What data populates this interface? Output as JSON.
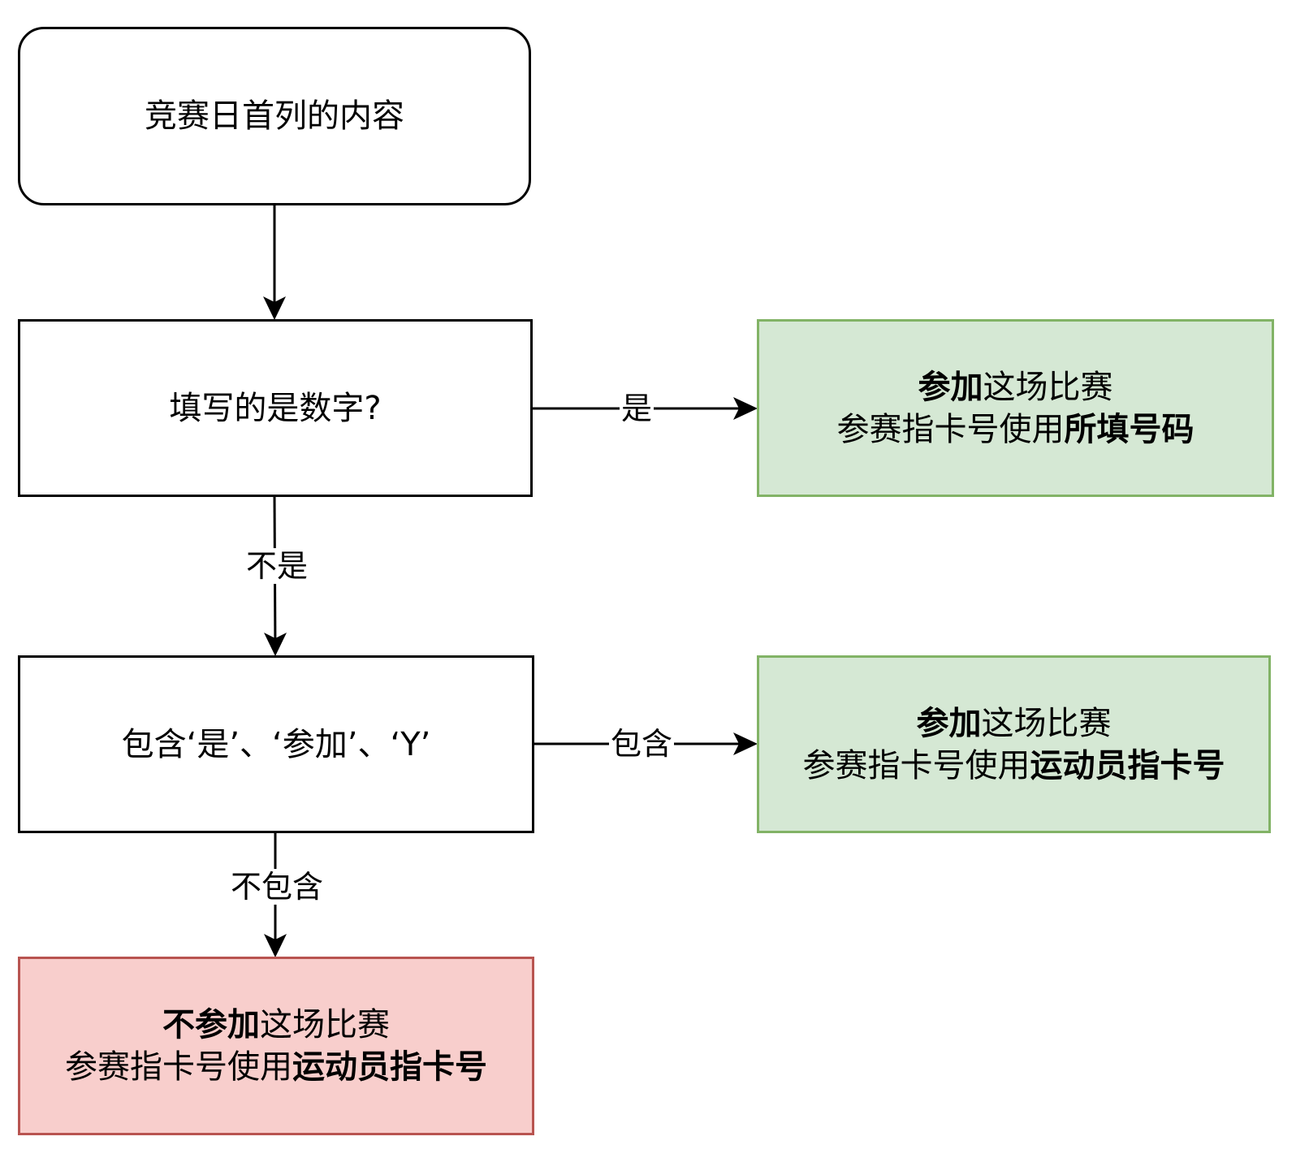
{
  "diagram": {
    "type": "flowchart",
    "nodes": {
      "start": {
        "text": "竞赛日首列的内容",
        "shape": "rounded-rectangle"
      },
      "decision_number": {
        "text": "填写的是数字?",
        "shape": "rectangle"
      },
      "result_number": {
        "shape": "rectangle",
        "fill": "#d5e8d4",
        "stroke": "#82b366",
        "line1_bold": "参加",
        "line1_rest": "这场比赛",
        "line2_plain": "参赛指卡号使用",
        "line2_bold": "所填号码"
      },
      "decision_contains": {
        "text": "包含‘是’、‘参加’、‘Y’",
        "shape": "rectangle"
      },
      "result_contains": {
        "shape": "rectangle",
        "fill": "#d5e8d4",
        "stroke": "#82b366",
        "line1_bold": "参加",
        "line1_rest": "这场比赛",
        "line2_plain": "参赛指卡号使用",
        "line2_bold": "运动员指卡号"
      },
      "result_not_contains": {
        "shape": "rectangle",
        "fill": "#f8cecc",
        "stroke": "#b85450",
        "line1_bold": "不参加",
        "line1_rest": "这场比赛",
        "line2_plain": "参赛指卡号使用",
        "line2_bold": "运动员指卡号"
      }
    },
    "edges": [
      {
        "from": "start",
        "to": "decision_number",
        "label": ""
      },
      {
        "from": "decision_number",
        "to": "result_number",
        "label": "是"
      },
      {
        "from": "decision_number",
        "to": "decision_contains",
        "label": "不是"
      },
      {
        "from": "decision_contains",
        "to": "result_contains",
        "label": "包含"
      },
      {
        "from": "decision_contains",
        "to": "result_not_contains",
        "label": "不包含"
      }
    ],
    "colors": {
      "stroke": "#000000",
      "success_fill": "#d5e8d4",
      "success_stroke": "#82b366",
      "fail_fill": "#f8cecc",
      "fail_stroke": "#b85450"
    }
  }
}
